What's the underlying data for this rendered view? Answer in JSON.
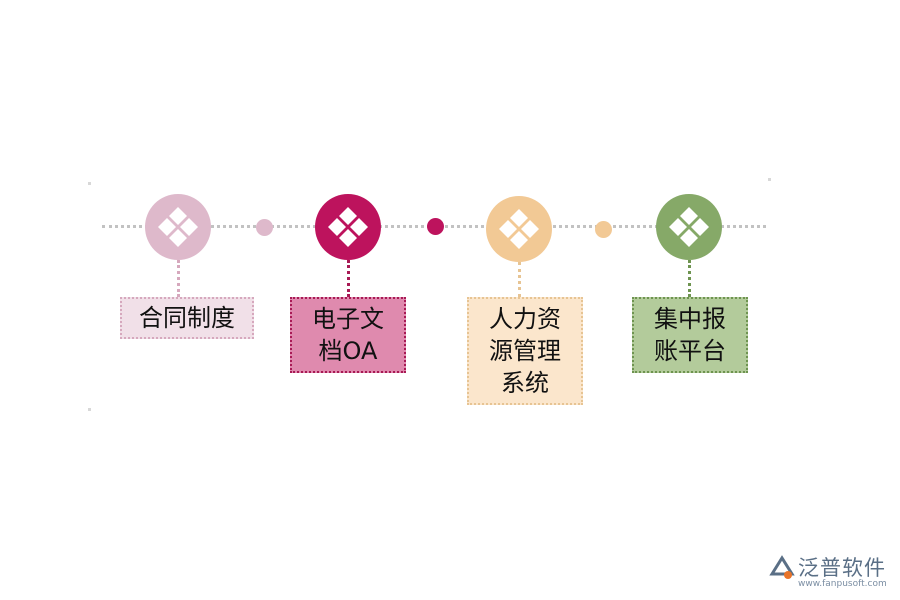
{
  "diagram": {
    "nodes": [
      {
        "label": "合同制度",
        "circle_color": "#deb9cb",
        "box_color": "#f1e0e8",
        "border_color": "#d6a8bd"
      },
      {
        "label": "电子文\n档OA",
        "circle_color": "#bd135d",
        "box_color": "#df8aae",
        "border_color": "#a81a55"
      },
      {
        "label": "人力资\n源管理\n系统",
        "circle_color": "#f2c995",
        "box_color": "#fbe6cc",
        "border_color": "#e7c493"
      },
      {
        "label": "集中报\n账平台",
        "circle_color": "#86a968",
        "box_color": "#b3cb9b",
        "border_color": "#6e9450"
      }
    ],
    "connector_dots": [
      {
        "color": "#deb9cb"
      },
      {
        "color": "#bd135d"
      },
      {
        "color": "#f2c995"
      }
    ],
    "line_color": "#c2c2c2",
    "icon_color": "#ffffff"
  },
  "brand": {
    "name": "泛普软件",
    "url": "www.fanpusoft.com",
    "text_color": "#5a6f86",
    "mark_colors": [
      "#5a6f86",
      "#e8742a"
    ]
  }
}
